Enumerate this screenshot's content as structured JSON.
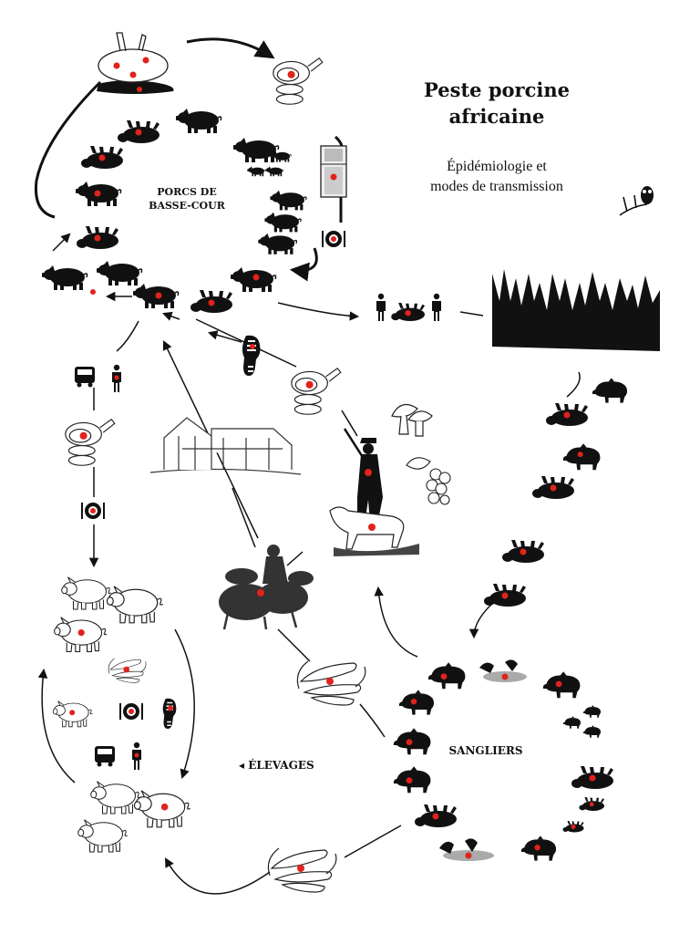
{
  "title_line1": "Peste porcine",
  "title_line2": "africaine",
  "subtitle_line1": "Épidémiologie et",
  "subtitle_line2": "modes de transmission",
  "labels": {
    "porcs": [
      "PORCS DE",
      "BASSE-COUR"
    ],
    "sangliers": "SANGLIERS",
    "elevages": "◂ ÉLEVAGES"
  },
  "colors": {
    "ink": "#111111",
    "infection": "#e0231c",
    "outline": "#222222"
  },
  "icons": [
    "pig-icon",
    "dead-pig-icon",
    "wild-boar-icon",
    "ham-icon",
    "fridge-icon",
    "plate-icon",
    "boot-icon",
    "truck-icon",
    "person-icon",
    "forest-icon",
    "owl-icon",
    "hunter-icon",
    "dog-icon",
    "mushroom-icon",
    "raspberry-icon",
    "corn-icon",
    "farm-icon",
    "crow-icon",
    "farmer-pigs-icon"
  ]
}
